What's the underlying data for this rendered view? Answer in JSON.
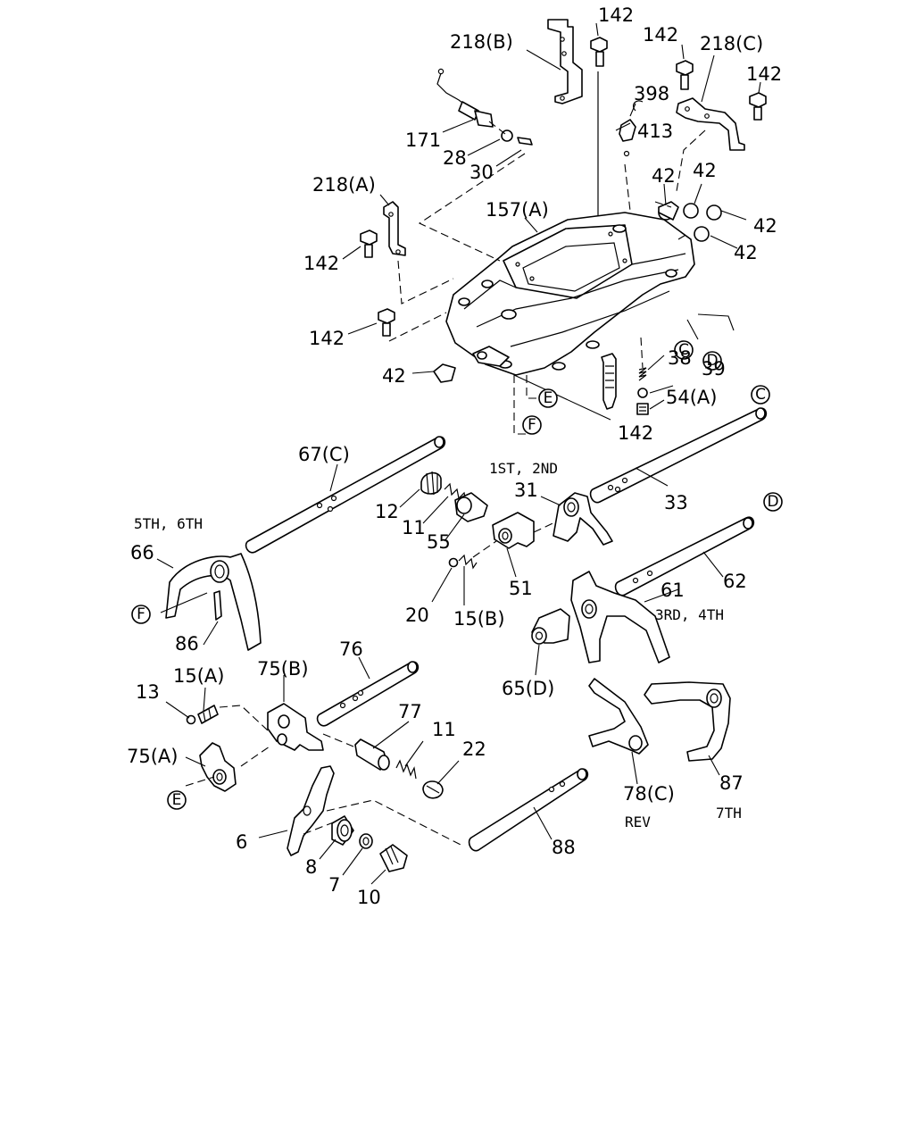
{
  "labels": {
    "n142_top": "142",
    "n218b": "218(B)",
    "n142_r1": "142",
    "n218c": "218(C)",
    "n142_r2": "142",
    "n398": "398",
    "n171": "171",
    "n413": "413",
    "n28": "28",
    "n30": "30",
    "n42_a": "42",
    "n42_b": "42",
    "n218a": "218(A)",
    "n157a": "157(A)",
    "n42_c": "42",
    "n142_l1": "142",
    "n42_d": "42",
    "n142_l2": "142",
    "n38": "38",
    "n42_e": "42",
    "n39": "39",
    "n54a": "54(A)",
    "n142_mid": "142",
    "n67c": "67(C)",
    "n1st2nd": "1ST, 2ND",
    "n5th6th": "5TH, 6TH",
    "n12": "12",
    "n31": "31",
    "n33": "33",
    "n66": "66",
    "n11_a": "11",
    "n55": "55",
    "n62": "62",
    "n51": "51",
    "n61": "61",
    "n3rd4th": "3RD, 4TH",
    "n20": "20",
    "n15b": "15(B)",
    "n86": "86",
    "n76": "76",
    "n65d": "65(D)",
    "n13": "13",
    "n15a": "15(A)",
    "n75b": "75(B)",
    "n77": "77",
    "n11_b": "11",
    "n22": "22",
    "n75a": "75(A)",
    "n78c": "78(C)",
    "n87": "87",
    "nrev": "REV",
    "n7th": "7TH",
    "n6": "6",
    "n8": "8",
    "n88": "88",
    "n7": "7",
    "n10": "10"
  },
  "refs": {
    "c_upper": "C",
    "d_upper": "D",
    "e_upper": "E",
    "f_upper": "F",
    "c_rail": "C",
    "d_rail": "D",
    "f_fork": "F",
    "e_lower": "E"
  }
}
